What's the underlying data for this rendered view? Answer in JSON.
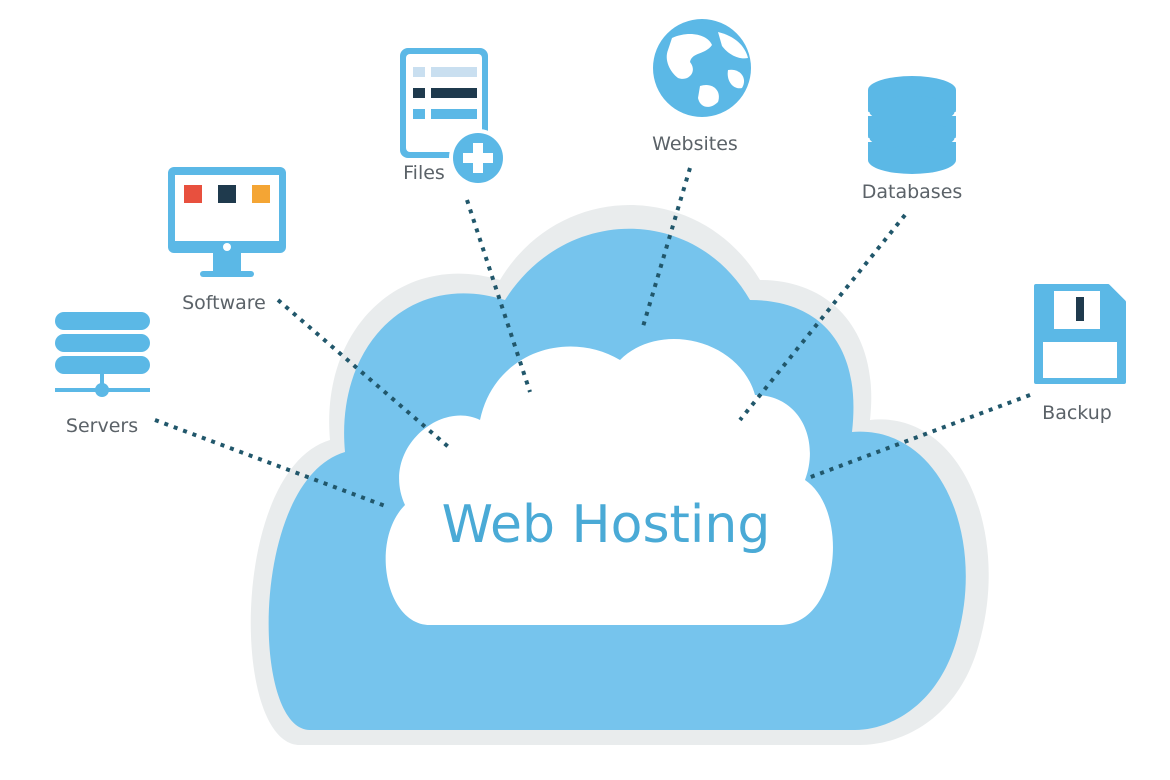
{
  "title": "Web Hosting",
  "nodes": [
    {
      "id": "servers",
      "label": "Servers",
      "icon": "server-stack-icon"
    },
    {
      "id": "software",
      "label": "Software",
      "icon": "monitor-icon"
    },
    {
      "id": "files",
      "label": "Files",
      "icon": "add-file-icon"
    },
    {
      "id": "websites",
      "label": "Websites",
      "icon": "globe-icon"
    },
    {
      "id": "databases",
      "label": "Databases",
      "icon": "database-icon"
    },
    {
      "id": "backup",
      "label": "Backup",
      "icon": "floppy-disk-icon"
    }
  ],
  "colors": {
    "cloud_outer": "#e9eced",
    "cloud_mid": "#76c4ed",
    "cloud_inner": "#ffffff",
    "icon_blue": "#5bb8e6",
    "connector": "#21576b",
    "title": "#4aaad6",
    "label": "#5b6268"
  }
}
